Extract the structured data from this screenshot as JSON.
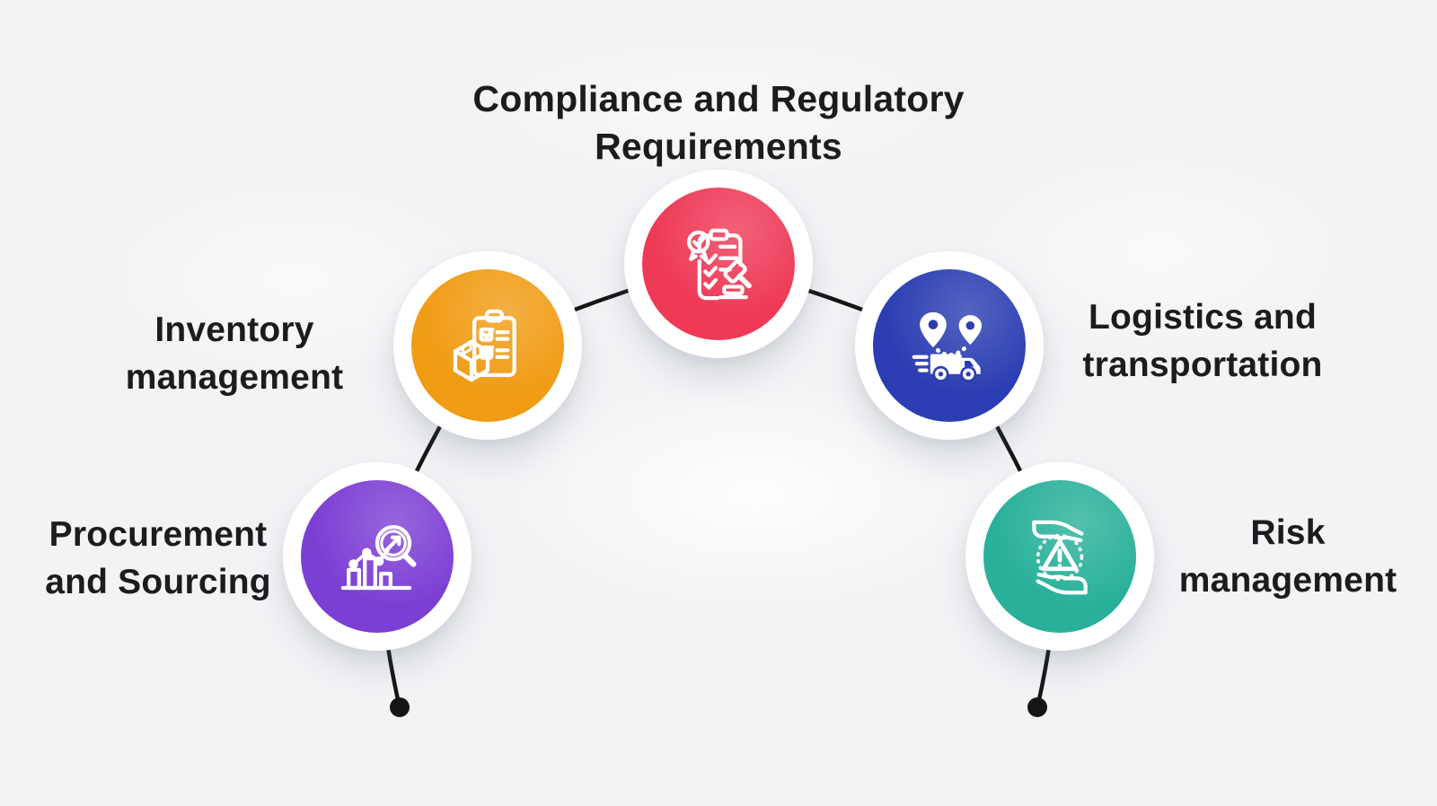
{
  "colors": {
    "background": "#F2F3F5",
    "connector": "#151515",
    "text": "#1B1C1E",
    "node_ring": "#FFFFFF"
  },
  "nodes": [
    {
      "id": "compliance-and-regulatory-requirements",
      "label": "Compliance and Regulatory\nRequirements",
      "color": "#EE3A57",
      "icon": "certificate-checklist-gavel-icon"
    },
    {
      "id": "inventory-management",
      "label": "Inventory\nmanagement",
      "color": "#F09C15",
      "icon": "clipboard-checklist-package-icon"
    },
    {
      "id": "logistics-and-transportation",
      "label": "Logistics and\ntransportation",
      "color": "#2B3DB2",
      "icon": "delivery-truck-route-pins-icon"
    },
    {
      "id": "procurement-and-sourcing",
      "label": "Procurement\nand Sourcing",
      "color": "#7C3FD4",
      "icon": "growth-chart-magnifier-icon"
    },
    {
      "id": "risk-management",
      "label": "Risk\nmanagement",
      "color": "#29B09A",
      "icon": "hands-warning-triangle-icon"
    }
  ]
}
